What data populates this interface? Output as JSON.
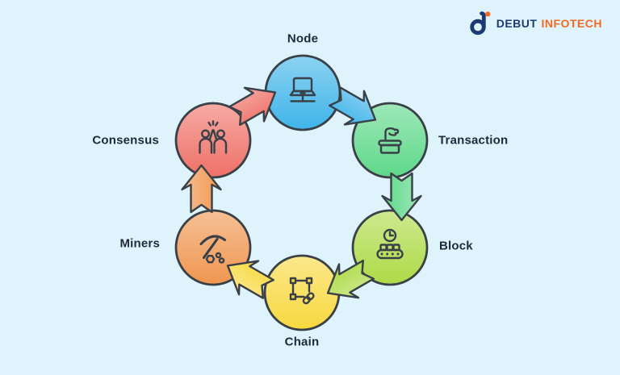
{
  "page": {
    "background": "#def3fc"
  },
  "logo": {
    "brand_primary": "DEBUT",
    "brand_secondary": "INFOTECH",
    "primary_color": "#1d3a70",
    "secondary_color": "#f2691f",
    "icon": "debut-infotech-logo-icon"
  },
  "diagram": {
    "type": "cycle",
    "outline_color": "#3a4047",
    "label_color": "#1f2a38",
    "nodes": [
      {
        "id": "node",
        "label": "Node",
        "color": "#3fb4e9",
        "icon": "laptop-icon"
      },
      {
        "id": "transaction",
        "label": "Transaction",
        "color": "#5ed889",
        "icon": "hand-deposit-icon"
      },
      {
        "id": "block",
        "label": "Block",
        "color": "#aeda46",
        "icon": "conveyor-clock-icon"
      },
      {
        "id": "chain",
        "label": "Chain",
        "color": "#f8d93f",
        "icon": "linked-frame-icon"
      },
      {
        "id": "miners",
        "label": "Miners",
        "color": "#f0964f",
        "icon": "pickaxe-icon"
      },
      {
        "id": "consensus",
        "label": "Consensus",
        "color": "#ef7167",
        "icon": "high-five-icon"
      }
    ],
    "arrows": [
      {
        "from": "Node",
        "to": "Transaction"
      },
      {
        "from": "Transaction",
        "to": "Block"
      },
      {
        "from": "Block",
        "to": "Chain"
      },
      {
        "from": "Chain",
        "to": "Miners"
      },
      {
        "from": "Miners",
        "to": "Consensus"
      },
      {
        "from": "Consensus",
        "to": "Node"
      }
    ]
  }
}
